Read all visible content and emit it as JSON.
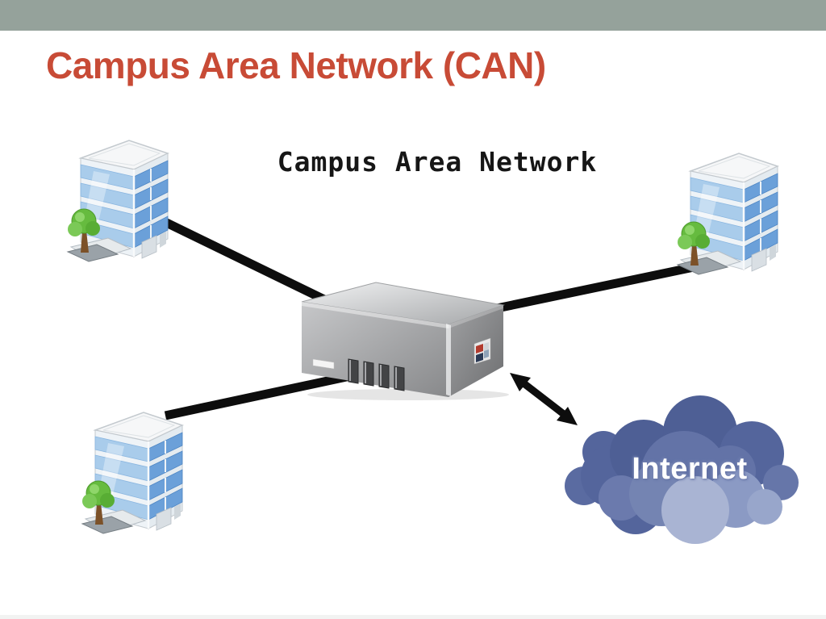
{
  "slide": {
    "title": "Campus Area Network (CAN)"
  },
  "colors": {
    "top_bar": "#95a29b",
    "title_text": "#c84b36",
    "diagram_label_text": "#161616",
    "connection_line": "#0d0d0d",
    "cloud_base_blue": "#54659c",
    "cloud_light_blue": "#a9b4d3",
    "building_glass_blue": "#a9cceb",
    "building_window_blue": "#6ba0d9",
    "switch_body_gray": "#9b9c9e",
    "internet_label_text": "#ffffff"
  },
  "diagram": {
    "label": "Campus Area Network",
    "internet_label": "Internet",
    "nodes": [
      {
        "id": "building-top-left",
        "type": "office-building"
      },
      {
        "id": "building-top-right",
        "type": "office-building"
      },
      {
        "id": "building-bottom-left",
        "type": "office-building"
      },
      {
        "id": "central-switch",
        "type": "network-switch"
      },
      {
        "id": "internet-cloud",
        "type": "cloud",
        "label": "Internet"
      }
    ],
    "connections": [
      {
        "from": "building-top-left",
        "to": "central-switch",
        "style": "solid-line"
      },
      {
        "from": "building-bottom-left",
        "to": "central-switch",
        "style": "solid-line"
      },
      {
        "from": "building-top-right",
        "to": "central-switch",
        "style": "solid-line"
      },
      {
        "from": "central-switch",
        "to": "internet-cloud",
        "style": "double-headed-arrow"
      }
    ]
  }
}
